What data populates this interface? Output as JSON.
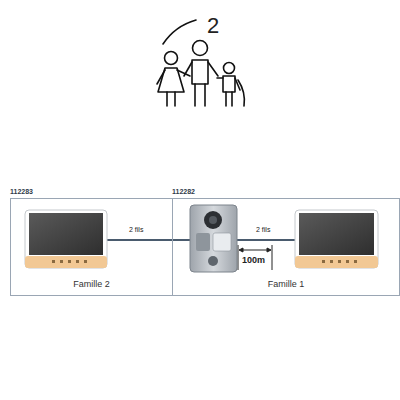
{
  "diagram": {
    "nodes": [
      {
        "text": [
          "112283",
          "Famille 2"
        ]
      },
      {
        "text": [
          "112282",
          "Famille 1"
        ]
      }
    ],
    "labels": [
      "2",
      "2 fils",
      "2 fils",
      "100m"
    ]
  }
}
